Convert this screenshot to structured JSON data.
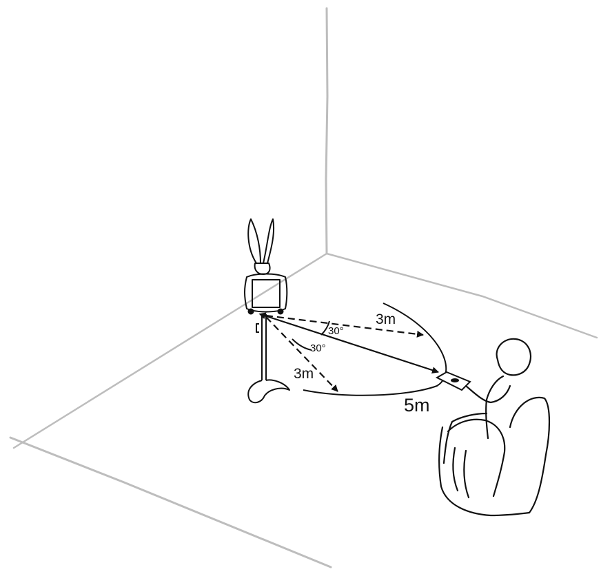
{
  "labels": {
    "angle_upper": "30°",
    "angle_lower": "30°",
    "range_upper": "3m",
    "range_lower": "3m",
    "range_center": "5m"
  },
  "colors": {
    "room_lines": "#bdbdbd",
    "ink": "#111111",
    "background": "#ffffff"
  }
}
